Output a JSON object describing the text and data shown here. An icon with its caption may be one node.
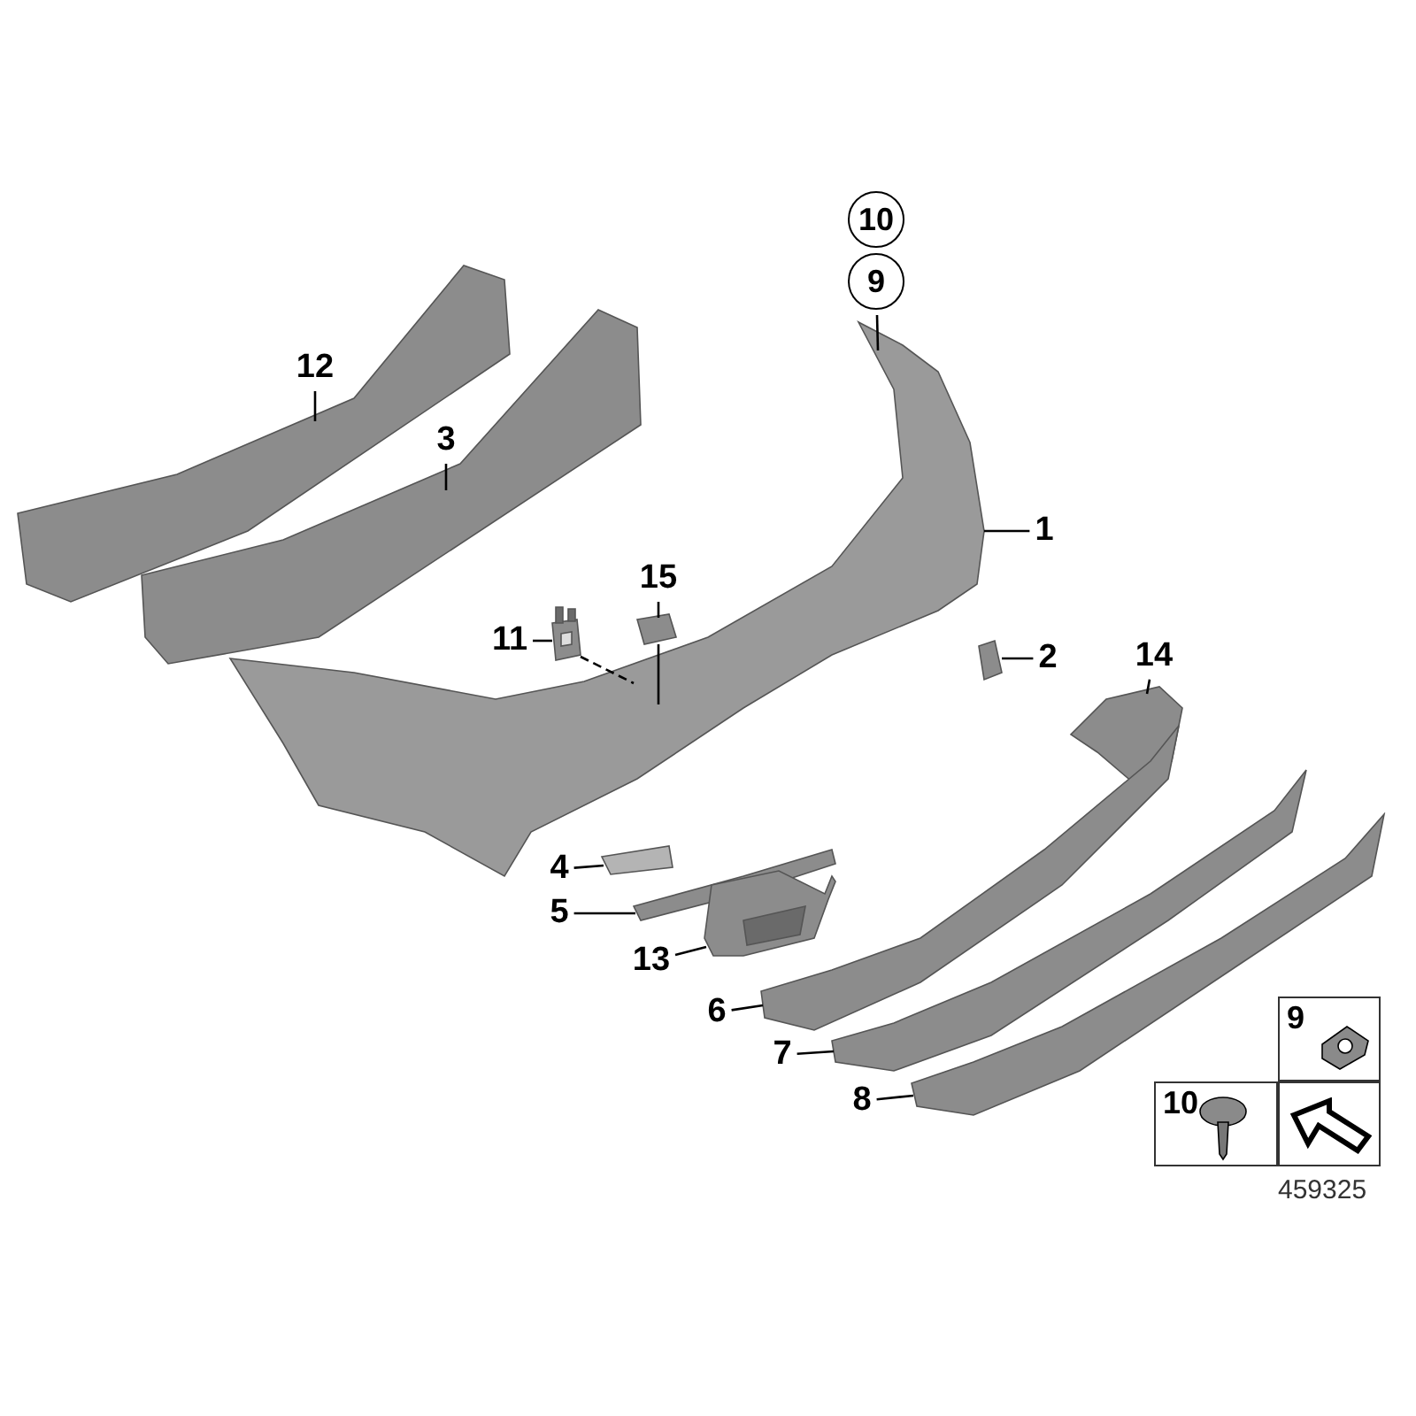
{
  "diagram": {
    "nodes": [
      {
        "text": [
          "12"
        ]
      },
      {
        "text": [],
        "shape": "picture"
      },
      {
        "text": [
          "3"
        ]
      },
      {
        "text": [],
        "shape": "picture"
      },
      {
        "text": [
          "10"
        ]
      },
      {
        "text": [
          "9"
        ]
      },
      {
        "text": [
          "1"
        ]
      },
      {
        "text": [],
        "shape": "picture"
      },
      {
        "text": [
          "15"
        ]
      },
      {
        "text": [],
        "shape": "picture"
      },
      {
        "text": [
          "11"
        ]
      },
      {
        "text": [],
        "shape": "picture"
      },
      {
        "text": [
          "2"
        ]
      },
      {
        "text": [],
        "shape": "picture"
      },
      {
        "text": [
          "14"
        ]
      },
      {
        "text": [],
        "shape": "picture"
      },
      {
        "text": [
          "4"
        ]
      },
      {
        "text": [],
        "shape": "picture"
      },
      {
        "text": [
          "5"
        ]
      },
      {
        "text": [],
        "shape": "picture"
      },
      {
        "text": [
          "13"
        ]
      },
      {
        "text": [],
        "shape": "picture"
      },
      {
        "text": [
          "6"
        ]
      },
      {
        "text": [],
        "shape": "picture"
      },
      {
        "text": [
          "7"
        ]
      },
      {
        "text": [],
        "shape": "picture"
      },
      {
        "text": [
          "8"
        ]
      },
      {
        "text": [],
        "shape": "picture"
      },
      {
        "text": [
          "9"
        ]
      },
      {
        "text": [
          "10"
        ]
      },
      {
        "text": [],
        "shape": "box"
      }
    ],
    "edges": [
      {
        "from": 0,
        "to": 1,
        "arrow": "none"
      },
      {
        "from": 2,
        "to": 3,
        "arrow": "none"
      },
      {
        "from": 5,
        "to": 7,
        "arrow": "none"
      },
      {
        "from": 6,
        "to": 7,
        "arrow": "none"
      },
      {
        "from": 8,
        "to": 9,
        "arrow": "none"
      },
      {
        "from": 9,
        "to": 7,
        "arrow": "none"
      },
      {
        "from": 10,
        "to": 11,
        "arrow": "none"
      },
      {
        "from": 11,
        "to": 7,
        "arrow": "none",
        "style": "dashed"
      },
      {
        "from": 12,
        "to": 13,
        "arrow": "none"
      },
      {
        "from": 14,
        "to": 15,
        "arrow": "none"
      },
      {
        "from": 16,
        "to": 17,
        "arrow": "none"
      },
      {
        "from": 18,
        "to": 19,
        "arrow": "none"
      },
      {
        "from": 20,
        "to": 21,
        "arrow": "none"
      },
      {
        "from": 22,
        "to": 23,
        "arrow": "none"
      },
      {
        "from": 24,
        "to": 25,
        "arrow": "none"
      },
      {
        "from": 26,
        "to": 27,
        "arrow": "none"
      }
    ],
    "labels": [
      "459325"
    ]
  }
}
